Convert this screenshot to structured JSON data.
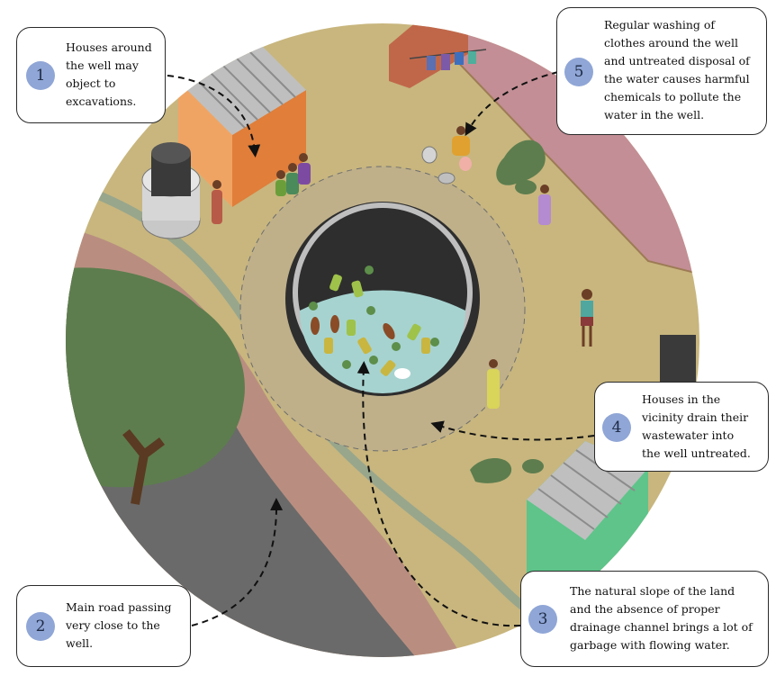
{
  "callouts": [
    {
      "num": "1",
      "lines": [
        "Houses around",
        "the well may",
        "object to",
        "excavations."
      ]
    },
    {
      "num": "2",
      "lines": [
        "Main road passing",
        "very close to the",
        "well."
      ]
    },
    {
      "num": "3",
      "lines": [
        "The natural slope of the land",
        "and the absence of proper",
        "drainage channel brings a lot of",
        "garbage with flowing water."
      ]
    },
    {
      "num": "4",
      "lines": [
        "Houses in the",
        "vicinity drain their",
        "wastewater into",
        "the well untreated."
      ]
    },
    {
      "num": "5",
      "lines": [
        "Regular washing of",
        "clothes around the well",
        "and untreated disposal of",
        "the water causes harmful",
        "chemicals to pollute the",
        "water in the well."
      ]
    }
  ],
  "colors": {
    "ground": "#c8b67e",
    "water": "#a6d3d0",
    "road": "#6a6a6a",
    "road_edge": "#b98e80",
    "tree": "#5d7d4e",
    "house_orange": "#e68a4a",
    "house_pink": "#c38e95",
    "house_green": "#5ec48a",
    "badge": "#8fa6d6"
  }
}
